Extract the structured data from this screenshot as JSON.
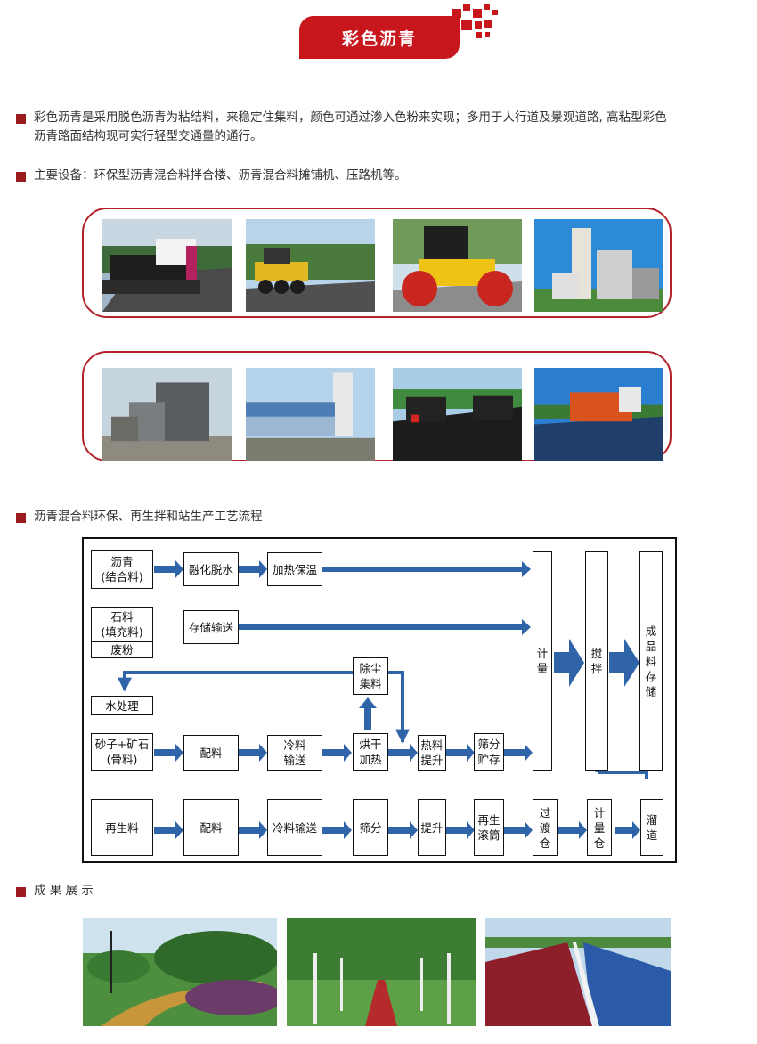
{
  "banner": {
    "title": "彩色沥青"
  },
  "intro": {
    "line1": "彩色沥青是采用脱色沥青为粘结料，来稳定住集料，颜色可通过渗入色粉来实现；多用于人行道及景观道路, 高粘型彩色",
    "line2": "沥青路面结构现可实行轻型交通量的通行。"
  },
  "equipment": {
    "text": "主要设备：环保型沥青混合料拌合楼、沥青混合料摊铺机、压路机等。"
  },
  "process": {
    "heading": "沥青混合料环保、再生拌和站生产工艺流程",
    "nodes": {
      "asphalt": [
        "沥青",
        "(结合料)"
      ],
      "melt": "融化脱水",
      "heat_keep": "加热保温",
      "stone": [
        "石料",
        "(填充料)"
      ],
      "powder": "废粉",
      "store_convey": "存储输送",
      "dust": [
        "除尘",
        "集料"
      ],
      "water": "水处理",
      "sand": [
        "砂子+矿石",
        "(骨料)"
      ],
      "batch1": "配料",
      "cold1": [
        "冷料",
        "输送"
      ],
      "dry": [
        "烘干",
        "加热"
      ],
      "hot_lift": [
        "热料",
        "提升"
      ],
      "screen_store": [
        "筛分",
        "贮存"
      ],
      "recycle": "再生料",
      "batch2": "配料",
      "cold2": "冷料输送",
      "screen": "筛分",
      "lift": "提升",
      "drum": [
        "再生",
        "滚筒"
      ],
      "transfer": [
        "过",
        "渡",
        "仓"
      ],
      "meter_bin": [
        "计",
        "量",
        "仓"
      ],
      "chute": [
        "溜",
        "道"
      ],
      "meter": [
        "计",
        "量"
      ],
      "mix": [
        "搅",
        "拌"
      ],
      "product": [
        "成",
        "品",
        "料",
        "存",
        "储"
      ]
    }
  },
  "results": {
    "heading": "成 果 展 示"
  },
  "colors": {
    "accent": "#c8161d",
    "bullet": "#9b1b1f",
    "arrow": "#2f64a8",
    "frame": "#b3232a"
  }
}
